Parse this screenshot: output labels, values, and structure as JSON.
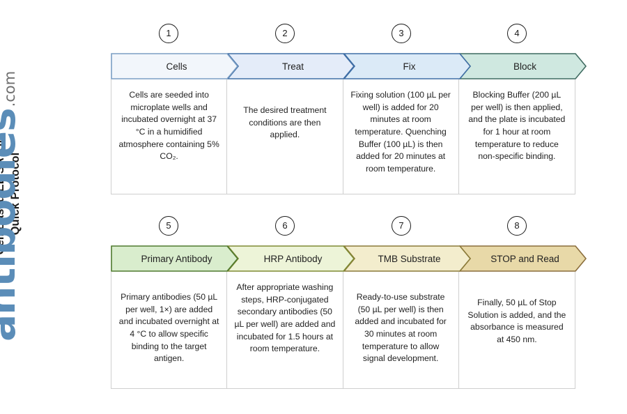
{
  "title": {
    "line1": "Cell Based ELISA Kits",
    "line2": "Quick Protocol"
  },
  "brand": {
    "word": "antibodies",
    "tld": ".com",
    "color": "#5b8db8"
  },
  "rows": [
    {
      "id": "row-1",
      "steps": [
        {
          "number": "1",
          "label": "Cells",
          "fill": "#f2f6fb",
          "stroke": "#7b9ec4",
          "description": "Cells are seeded into microplate wells and incubated overnight at 37 °C in a humidified atmosphere containing 5% CO₂."
        },
        {
          "number": "2",
          "label": "Treat",
          "fill": "#e4ecf9",
          "stroke": "#3f6ea5",
          "description": "The desired treatment conditions are then applied."
        },
        {
          "number": "3",
          "label": "Fix",
          "fill": "#dbeaf7",
          "stroke": "#3f6ea5",
          "description": "Fixing solution (100 µL per well) is added for 20 minutes at room temperature. Quenching Buffer (100 µL) is then added for 20 minutes at room temperature."
        },
        {
          "number": "4",
          "label": "Block",
          "fill": "#cfe8e0",
          "stroke": "#3f6b60",
          "description": "Blocking Buffer (200 µL per well) is then applied, and the plate is incubated for 1 hour at room temperature to reduce non-specific binding."
        }
      ]
    },
    {
      "id": "row-2",
      "steps": [
        {
          "number": "5",
          "label": "Primary Antibody",
          "fill": "#d9edcd",
          "stroke": "#4f7a2e",
          "description": "Primary antibodies (50 µL per well, 1×) are added and incubated overnight at 4 °C to allow specific binding to the target antigen."
        },
        {
          "number": "6",
          "label": "HRP Antibody",
          "fill": "#edf4d8",
          "stroke": "#7f8a33",
          "description": "After appropriate washing steps, HRP-conjugated secondary antibodies (50 µL per well) are added and incubated for 1.5 hours at room temperature."
        },
        {
          "number": "7",
          "label": "TMB Substrate",
          "fill": "#f3edcd",
          "stroke": "#8a7a38",
          "description": "Ready-to-use substrate (50 µL per well) is then added and incubated for 30 minutes at room temperature to allow signal development."
        },
        {
          "number": "8",
          "label": "STOP and Read",
          "fill": "#e8d9a8",
          "stroke": "#8a6d3b",
          "description": "Finally, 50 µL of Stop Solution is added, and the absorbance is measured at 450 nm."
        }
      ]
    }
  ]
}
